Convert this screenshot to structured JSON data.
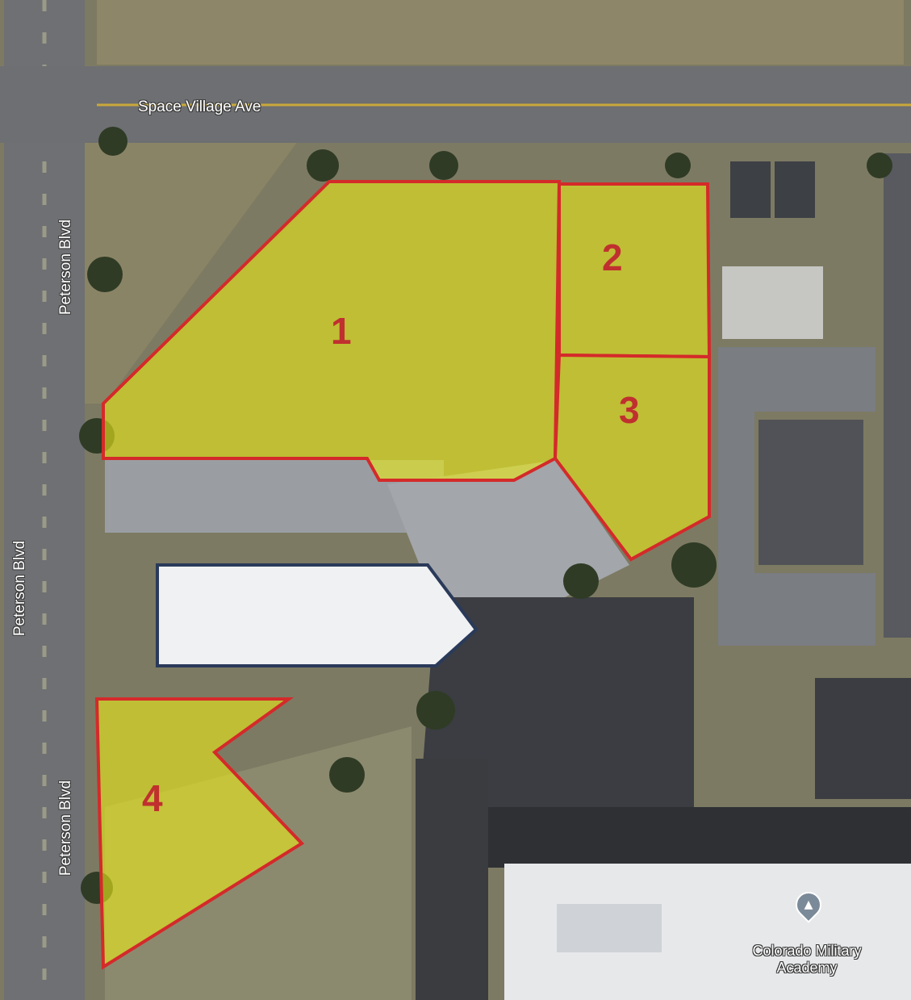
{
  "map": {
    "roads": {
      "space_village_ave": "Space Village Ave",
      "peterson_blvd_upper": "Peterson Blvd",
      "peterson_blvd_left": "Peterson Blvd",
      "peterson_blvd_lower": "Peterson Blvd"
    },
    "parcels": [
      {
        "id": "1",
        "label": "1"
      },
      {
        "id": "2",
        "label": "2"
      },
      {
        "id": "3",
        "label": "3"
      },
      {
        "id": "4",
        "label": "4"
      }
    ],
    "poi": {
      "name": "Colorado Military Academy",
      "line1": "Colorado Military",
      "line2": "Academy",
      "icon": "graduation-cap-icon"
    },
    "colors": {
      "parcel_fill": "#e8e81a",
      "parcel_border": "#d42a2a",
      "label_color": "#c0302f",
      "frame": "#1f4f8f"
    }
  }
}
